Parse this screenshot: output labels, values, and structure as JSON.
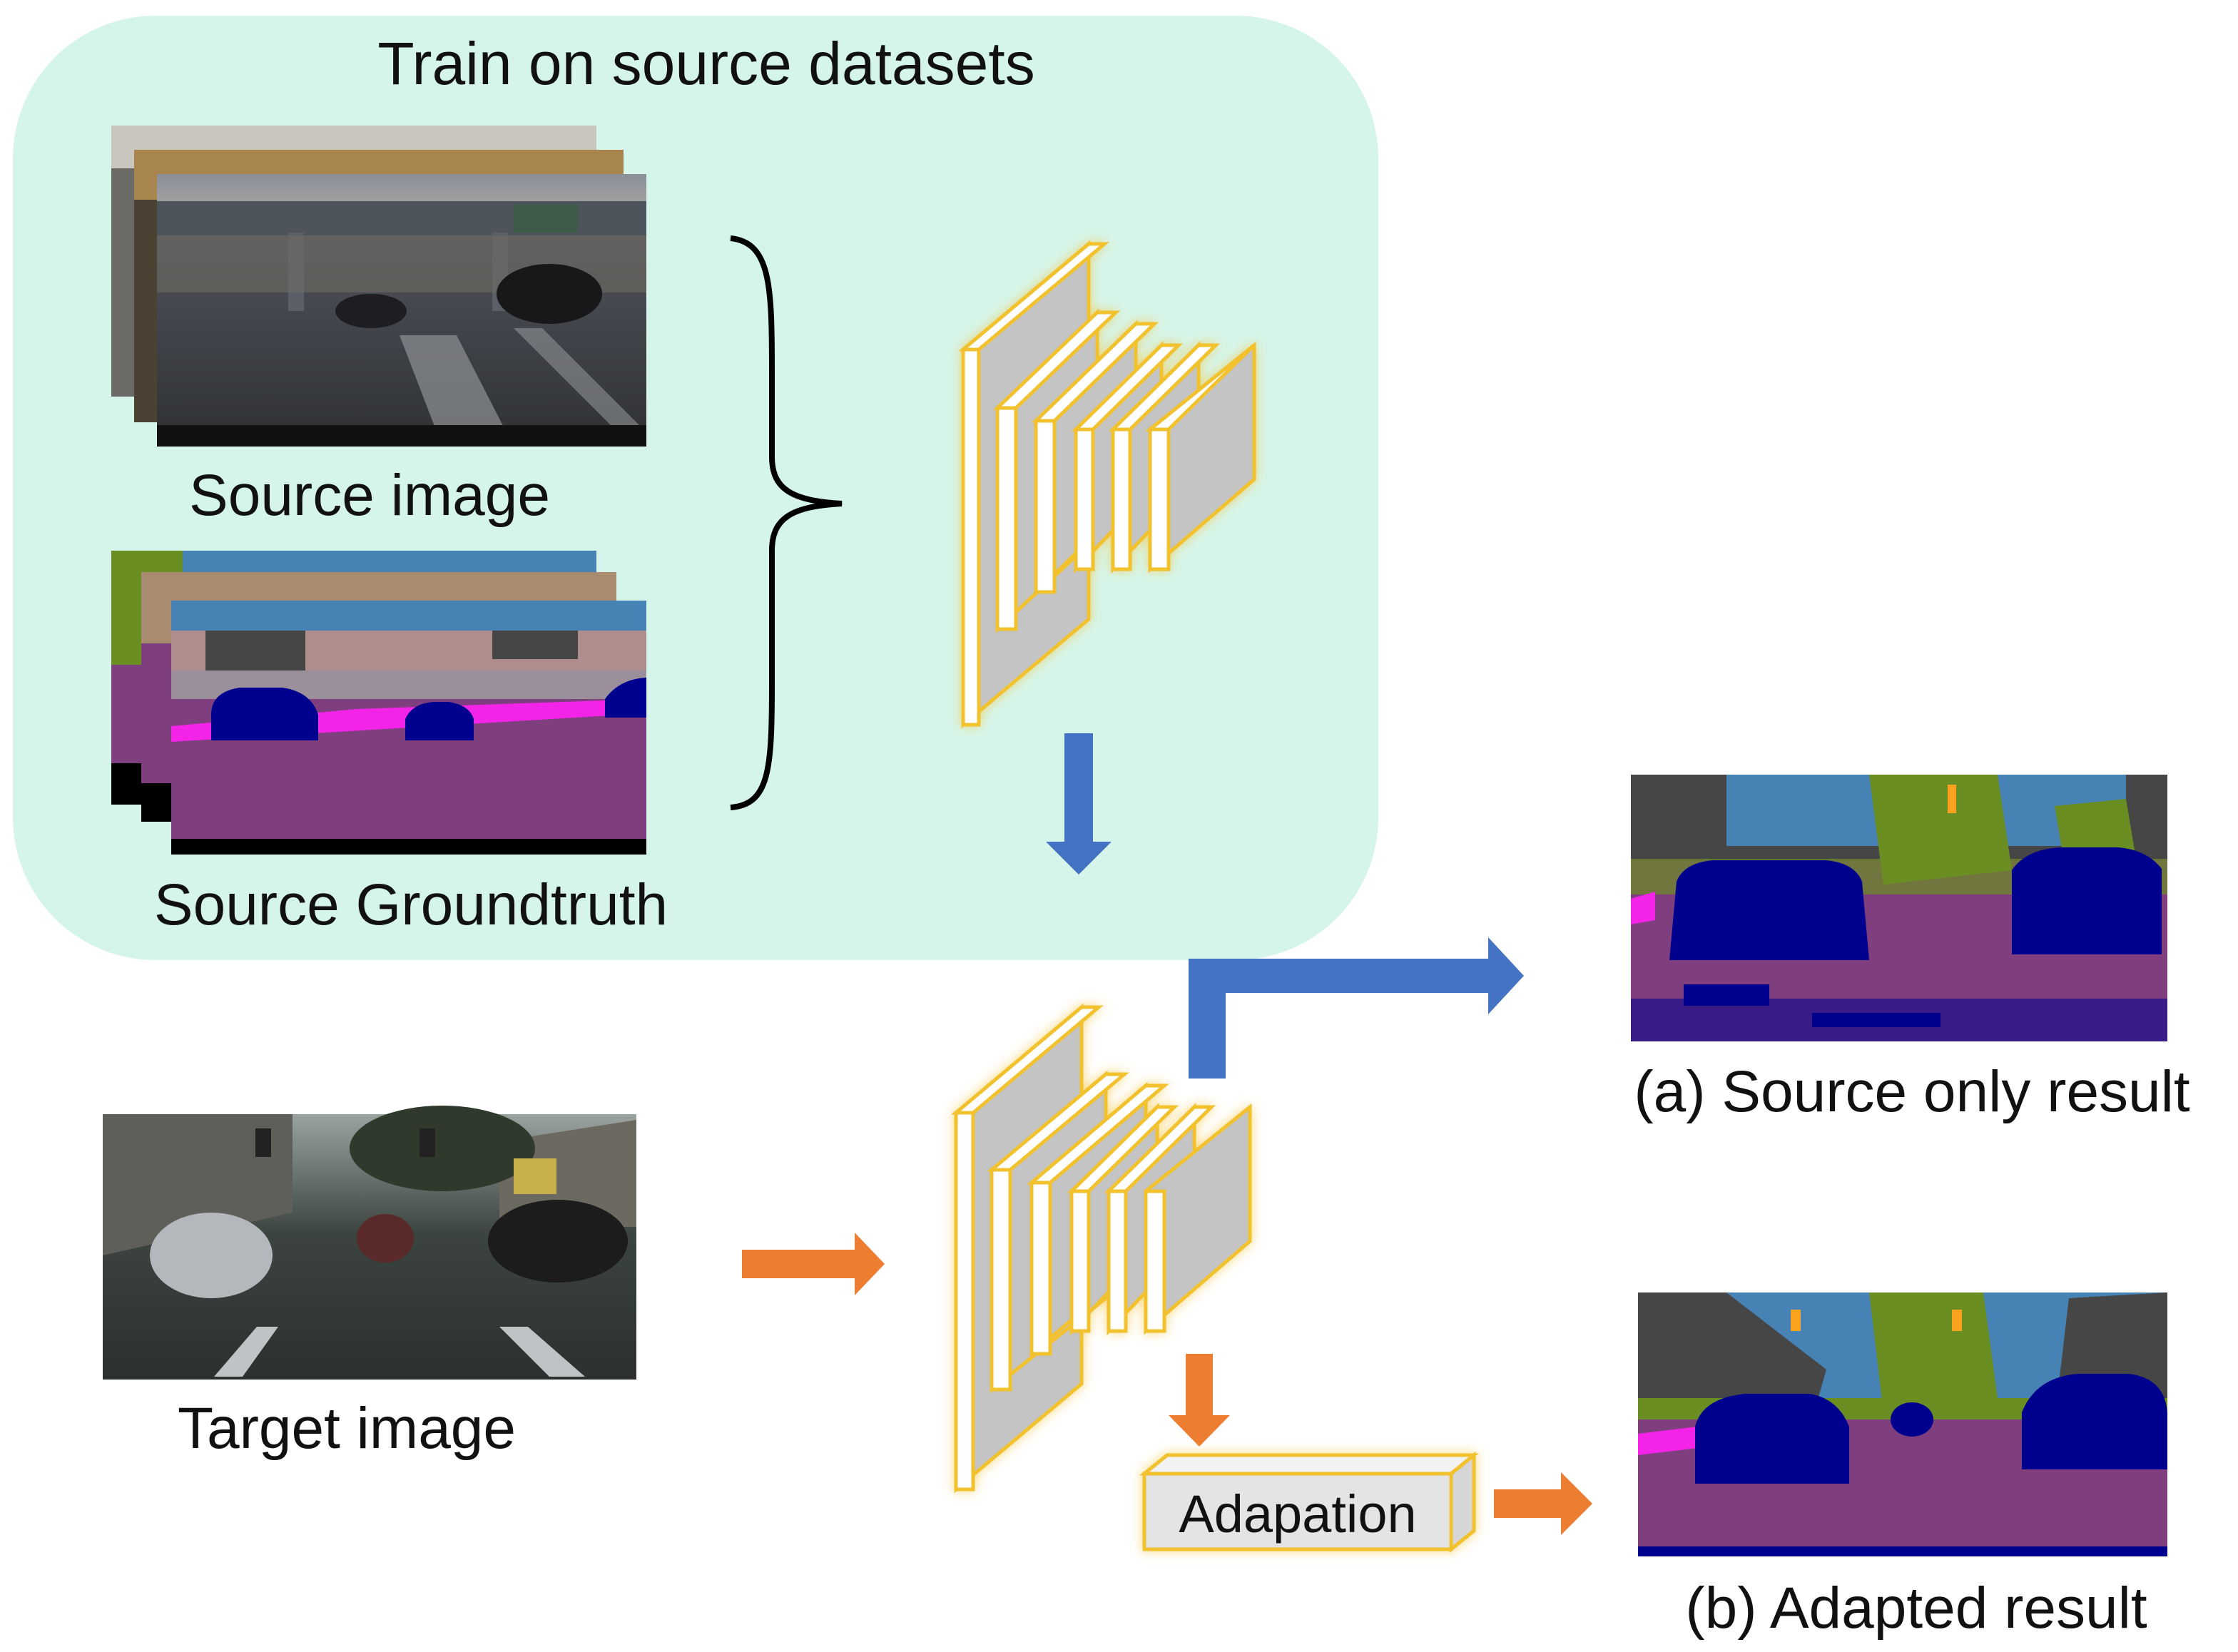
{
  "panel": {
    "title": "Train on source datasets"
  },
  "labels": {
    "source_image": "Source image",
    "source_groundtruth": "Source Groundtruth",
    "target_image": "Target image",
    "adaptation": "Adapation",
    "result_a": "(a)  Source only result",
    "result_b": "(b)  Adapted result"
  },
  "colors": {
    "panel_bg": "#d6f5ea",
    "block_fill": "#c4c4c4",
    "block_outline": "#f2c12e",
    "arrow_blue": "#4472c4",
    "arrow_orange": "#ed7d31",
    "seg_road": "#7f3f7f",
    "seg_car": "#00008e",
    "seg_sky": "#4682b4",
    "seg_building": "#464646",
    "seg_vegetation": "#6b8e23",
    "seg_sidewalk": "#f423e8",
    "seg_sign": "#fca31e"
  }
}
